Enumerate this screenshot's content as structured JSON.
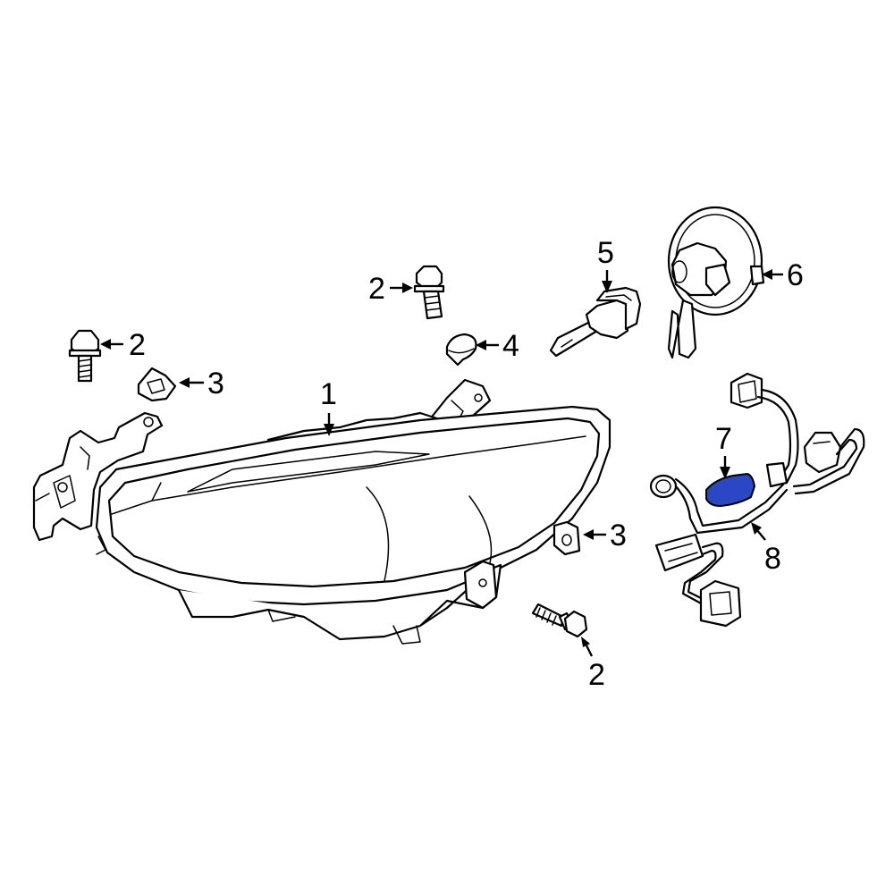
{
  "diagram": {
    "highlight_color": "#2b47c4",
    "parts": [
      {
        "id": "headlamp",
        "callout": "1"
      },
      {
        "id": "bolt-left",
        "callout": "2"
      },
      {
        "id": "bolt-top",
        "callout": "2"
      },
      {
        "id": "bolt-bottom",
        "callout": "2"
      },
      {
        "id": "nut-left",
        "callout": "3"
      },
      {
        "id": "nut-right",
        "callout": "3"
      },
      {
        "id": "cap",
        "callout": "4"
      },
      {
        "id": "bulb",
        "callout": "5"
      },
      {
        "id": "socket-cover",
        "callout": "6"
      },
      {
        "id": "side-marker-bulb",
        "callout": "7"
      },
      {
        "id": "wiring-harness",
        "callout": "8"
      }
    ]
  }
}
